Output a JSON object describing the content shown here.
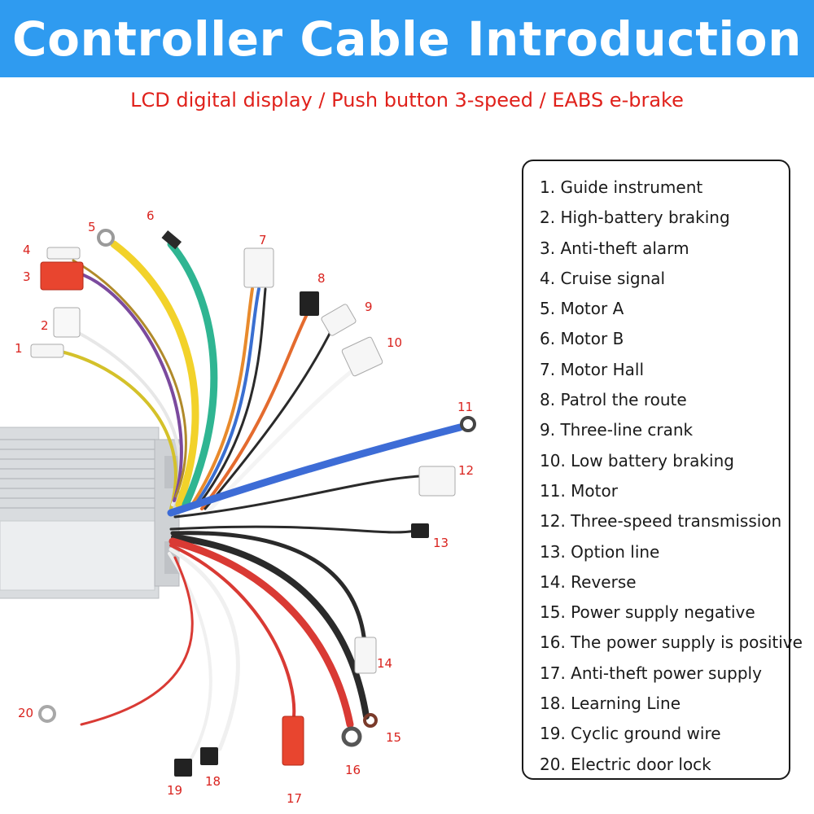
{
  "header": {
    "title": "Controller Cable Introduction"
  },
  "subtitle": "LCD digital display / Push button 3-speed / EABS e-brake",
  "legend": {
    "items": [
      "1. Guide instrument",
      "2. High-battery braking",
      "3. Anti-theft alarm",
      "4. Cruise signal",
      "5. Motor A",
      "6. Motor B",
      "7. Motor Hall",
      "8. Patrol the route",
      "9. Three-line crank",
      "10. Low battery braking",
      "11. Motor",
      "12. Three-speed transmission",
      "13. Option line",
      "14. Reverse",
      "15. Power supply negative",
      "16. The power supply is positive",
      "17. Anti-theft power supply",
      "18. Learning Line",
      "19. Cyclic ground wire",
      "20. Electric door lock"
    ]
  },
  "callouts": [
    "1",
    "2",
    "3",
    "4",
    "5",
    "6",
    "7",
    "8",
    "9",
    "10",
    "11",
    "12",
    "13",
    "14",
    "15",
    "16",
    "17",
    "18",
    "19",
    "20"
  ],
  "colors": {
    "header_bg": "#2f9bf0",
    "subtitle": "#e0211b",
    "callout": "#d9231e"
  }
}
